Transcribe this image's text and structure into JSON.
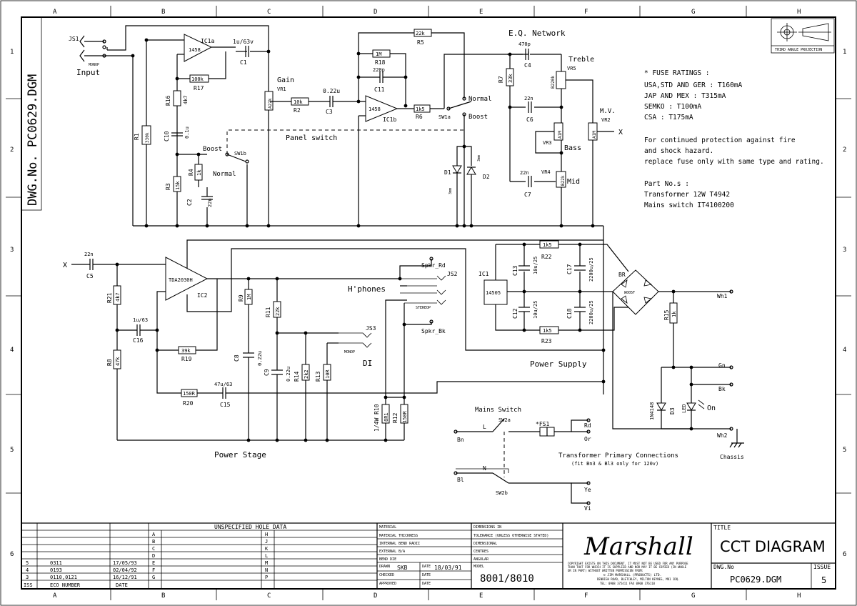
{
  "grid": {
    "columns": [
      "A",
      "B",
      "C",
      "D",
      "E",
      "F",
      "G",
      "H"
    ],
    "rows": [
      "1",
      "2",
      "3",
      "4",
      "5",
      "6"
    ]
  },
  "side_title": "DWG.No.  PC0629.DGM",
  "projection_label": "THIRD ANGLE PROJECTION",
  "sections": {
    "input": "Input",
    "eq_network": "E.Q. Network",
    "panel_switch": "Panel switch",
    "hphones": "H'phones",
    "di": "DI",
    "power_supply": "Power Supply",
    "power_stage": "Power Stage",
    "mains_switch": "Mains Switch",
    "transformer_primary": "Transformer Primary Connections",
    "transformer_note": "(fit Bn3 & Bl3 only for 120v)",
    "chassis": "Chassis"
  },
  "components": {
    "JS1": "JS1",
    "MONOP1": "MONOP",
    "IC1a": "IC1a",
    "U1458a": "1458",
    "C1v": "1u/63v",
    "C1": "C1",
    "R17v": "100k",
    "R17": "R17",
    "R16": "R16",
    "R16v": "4k7",
    "R1": "R1",
    "R1v": "330k",
    "C10": "C10",
    "C10v": "0.1u",
    "R3": "R3",
    "R3v": "15k",
    "R4": "R4",
    "R4v": "1k",
    "C2": "C2",
    "C2v": "22n",
    "boost1": "Boost",
    "normal1": "Normal",
    "SW1b": "SW1b",
    "gain": "Gain",
    "VR1": "VR1",
    "VR1v": "A22k",
    "R2v": "10k",
    "R2": "R2",
    "C3v": "0.22u",
    "C3": "C3",
    "R5v": "22k",
    "R5": "R5",
    "R18v": "1M",
    "R18": "R18",
    "C11v": "220p",
    "C11": "C11",
    "U1458b": "1458",
    "IC1b": "IC1b",
    "R6v": "1k5",
    "R6": "R6",
    "SW1a": "SW1a",
    "normal2": "Normal",
    "boost2": "Boost",
    "D1": "D1",
    "D2": "D2",
    "mm1": "3mm",
    "mm2": "3mm",
    "mm3": "3mm",
    "C4v": "470p",
    "C4": "C4",
    "R7": "R7",
    "R7v": "33k",
    "treble": "Treble",
    "VR5": "VR5",
    "VR5v": "B220k",
    "C6v": "22n",
    "C6": "C6",
    "VR3v": "A1M",
    "VR3": "VR3",
    "bass": "Bass",
    "C7v": "22n",
    "C7": "C7",
    "VR4": "VR4",
    "VR4v": "B22k",
    "mid": "Mid",
    "mv": "M.V.",
    "VR2": "VR2",
    "VR2v": "A1M",
    "X1": "X",
    "X2": "X",
    "C5v": "22n",
    "C5": "C5",
    "TDA": "TDA2030H",
    "IC2": "IC2",
    "R21": "R21",
    "R21v": "4k7",
    "C16v": "1u/63",
    "C16": "C16",
    "R8": "R8",
    "R8v": "47k",
    "R19v": "39k",
    "R19": "R19",
    "R20v": "150R",
    "R20": "R20",
    "C15v": "47u/63",
    "C15": "C15",
    "R9": "R9",
    "R9v": "1M",
    "C8": "C8",
    "C8v": "0.22u",
    "R11": "R11",
    "R11v": "22k",
    "C9": "C9",
    "C9v": "0.22u",
    "R14": "R14",
    "R14v": "2k2",
    "R13": "R13",
    "R13v": "10R",
    "R10": "1/4W R10",
    "R10v": "8R1",
    "R12": "R12",
    "R12v": "150R",
    "spkr_rd": "Spkr_Rd",
    "spkr_bk": "Spkr_Bk",
    "JS2": "JS2",
    "JS3": "JS3",
    "stereop": "STEREOP",
    "monop2": "MONOP",
    "IC1": "IC1",
    "U14505": "14505",
    "C13": "C13",
    "C13v": "10u/25",
    "R22v": "1k5",
    "R22": "R22",
    "C17": "C17",
    "C17v": "2200u/25",
    "C12": "C12",
    "C12v": "10u/25",
    "R23v": "1k5",
    "R23": "R23",
    "C18": "C18",
    "C18v": "2200u/25",
    "BR": "BR",
    "W005": "W005F",
    "R15": "R15",
    "R15v": "1k",
    "D3": "D3",
    "D3v": "1N4148",
    "LED": "LED",
    "on": "On",
    "Wh1": "Wh1",
    "Wh2": "Wh2",
    "Gn": "Gn",
    "Bk": "Bk",
    "SW2a": "SW2a",
    "SW2b": "SW2b",
    "FS1": "*FS1",
    "L": "L",
    "N": "N",
    "Bn": "Bn",
    "Bl": "Bl",
    "Rd": "Rd",
    "Or": "Or",
    "Ye": "Ye",
    "Vi": "Vi"
  },
  "fuse_notes": [
    "* FUSE RATINGS :",
    "USA,STD AND GER : T160mA",
    "JAP AND MEX : T315mA",
    "SEMKO : T100mA",
    "CSA : T175mA",
    "For continued protection against fire",
    "and shock hazard.",
    "replace fuse only with same type and rating.",
    "Part No.s :",
    "Transformer 12W T4942",
    "Mains switch IT4100200"
  ],
  "title_block": {
    "hole_data": "UNSPECIFIED HOLE DATA",
    "rev_letters_left": [
      "A",
      "B",
      "C",
      "D",
      "E",
      "F",
      "G"
    ],
    "rev_letters_right": [
      "H",
      "J",
      "K",
      "L",
      "M",
      "N",
      "P"
    ],
    "issues": [
      {
        "iss": "5",
        "eco": "0311",
        "date": "17/05/93"
      },
      {
        "iss": "4",
        "eco": "0193",
        "date": "02/04/92"
      },
      {
        "iss": "3",
        "eco": "0110,0121",
        "date": "16/12/91"
      }
    ],
    "iss_header": "ISS",
    "eco_header": "ECO NUMBER",
    "date_header": "DATE",
    "material_rows": [
      "MATERIAL",
      "MATERIAL THICKNESS",
      "INTERNAL BEND RADII",
      "EXTERNAL B/A",
      "BEND DIE"
    ],
    "drawn_label": "DRAWN",
    "drawn_by": "SKB",
    "drawn_date_label": "DATE",
    "drawn_date": "18/03/91",
    "checked_label": "CHECKED",
    "checked_date_label": "DATE",
    "approved_label": "APPROVED",
    "approved_date_label": "DATE",
    "dims_rows": [
      "DIMENSIONS IN",
      "TOLERANCE (UNLESS OTHERWISE STATED)",
      "DIMENSIONAL",
      "CENTRES",
      "ANGULAR"
    ],
    "model_label": "MODEL",
    "model": "8001/8010",
    "brand": "Marshall",
    "copyright": [
      "COPYRIGHT EXISTS ON THIS DOCUMENT. IT MUST NOT BE USED FOR ANY PURPOSE",
      "THAN THAT FOR WHICH IT IS SUPPLIED AND NOR MAY IT BE COPIED    (IN WHOLE",
      "OR IN PART) WITHOUT WRITTEN PERMISSION FROM:"
    ],
    "company": [
      "©   JIM MARSHALL (PRODUCTS) LTD.",
      "DENBIGH ROAD, BLETCHLEY, MILTON KEYNES, MK1 1DQ.",
      "TEL: 0908 375411  FAX 0908 376118"
    ],
    "title_label": "TITLE",
    "title": "CCT DIAGRAM",
    "dwg_label": "DWG.No",
    "dwg": "PC0629.DGM",
    "issue_label": "ISSUE",
    "issue": "5"
  }
}
